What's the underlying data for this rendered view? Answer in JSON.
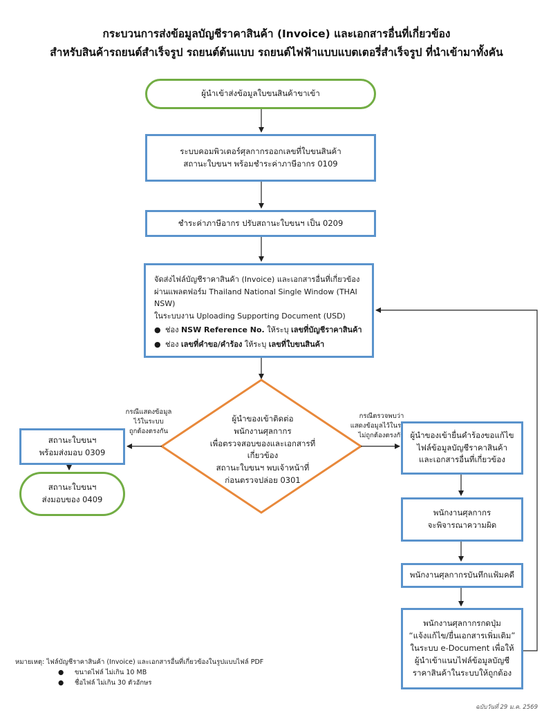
{
  "title": {
    "line1": "กระบวนการส่งข้อมูลบัญชีราคาสินค้า (Invoice) และเอกสารอื่นที่เกี่ยวข้อง",
    "line2": "สำหรับสินค้ารถยนต์สำเร็จรูป รถยนต์ต้นแบบ รถยนต์ไฟฟ้าแบบแบตเตอรี่สำเร็จรูป ที่นำเข้ามาทั้งคัน"
  },
  "steps": {
    "start": "ผู้นำเข้าส่งข้อมูลใบขนสินค้าขาเข้า",
    "step1": [
      "ระบบคอมพิวเตอร์ศุลกากรออกเลขที่ใบขนสินค้า",
      "สถานะใบขนฯ พร้อมชำระค่าภาษีอากร 0109"
    ],
    "step2": "ชำระค่าภาษีอากร ปรับสถานะใบขนฯ เป็น 0209",
    "step3": {
      "lines": [
        "จัดส่งไฟล์บัญชีราคาสินค้า (Invoice) และเอกสารอื่นที่เกี่ยวข้อง",
        "ผ่านแพลตฟอร์ม Thailand National Single Window (THAI NSW)",
        "ในระบบงาน Uploading Supporting Document (USD)"
      ],
      "bullet1": {
        "prefix": "ช่อง ",
        "field": "NSW Reference No.",
        "mid": " ให้ระบุ ",
        "value": "เลขที่บัญชีราคาสินค้า"
      },
      "bullet2": {
        "prefix": "ช่อง ",
        "field": "เลขที่คำขอ/คำร้อง",
        "mid": " ให้ระบุ ",
        "value": "เลขที่ใบขนสินค้า"
      }
    },
    "decision": [
      "ผู้นำของเข้าติดต่อ",
      "พนักงานศุลกากร",
      "เพื่อตรวจสอบของและเอกสารที่เกี่ยวข้อง",
      "สถานะใบขนฯ พบเจ้าหน้าที่",
      "ก่อนตรวจปล่อย 0301"
    ],
    "left_condition": [
      "กรณีแสดงข้อมูล",
      "ไว้ในระบบ",
      "ถูกต้องตรงกัน"
    ],
    "right_condition": [
      "กรณีตรวจพบว่า",
      "แสดงข้อมูลไว้ในระบบ",
      "ไม่ถูกต้องตรงกัน"
    ],
    "release": [
      "สถานะใบขนฯ",
      "พร้อมส่งมอบ 0309"
    ],
    "end": [
      "สถานะใบขนฯ",
      "ส่งมอบของ 0409"
    ],
    "request": [
      "ผู้นำของเข้ายื่นคำร้องขอแก้ไข",
      "ไฟล์ข้อมูลบัญชีราคาสินค้า",
      "และเอกสารอื่นที่เกี่ยวข้อง"
    ],
    "consider": [
      "พนักงานศุลกากร",
      "จะพิจารณาความผิด"
    ],
    "record": "พนักงานศุลกากรบันทึกแฟ้มคดี",
    "notify": [
      "พนักงานศุลกากรกดปุ่ม",
      "“แจ้งแก้ไข/ยื่นเอกสารเพิ่มเติม”",
      "ในระบบ e-Document เพื่อให้",
      "ผู้นำเข้าแนบไฟล์ข้อมูลบัญชี",
      "ราคาสินค้าในระบบให้ถูกต้อง"
    ]
  },
  "note": {
    "heading": "หมายเหตุ: ไฟล์บัญชีราคาสินค้า (Invoice) และเอกสารอื่นที่เกี่ยวข้องในรูปแบบไฟล์ PDF",
    "items": [
      "ขนาดไฟล์ ไม่เกิน 10 MB",
      "ชื่อไฟล์ ไม่เกิน 30 ตัวอักษร"
    ]
  },
  "footer": "ฉบับวันที่ 29 ม.ค. 2569",
  "colors": {
    "box_border": "#5a93cc",
    "terminal_border": "#72ad44",
    "decision_border": "#e8883a",
    "arrow": "#222222"
  }
}
